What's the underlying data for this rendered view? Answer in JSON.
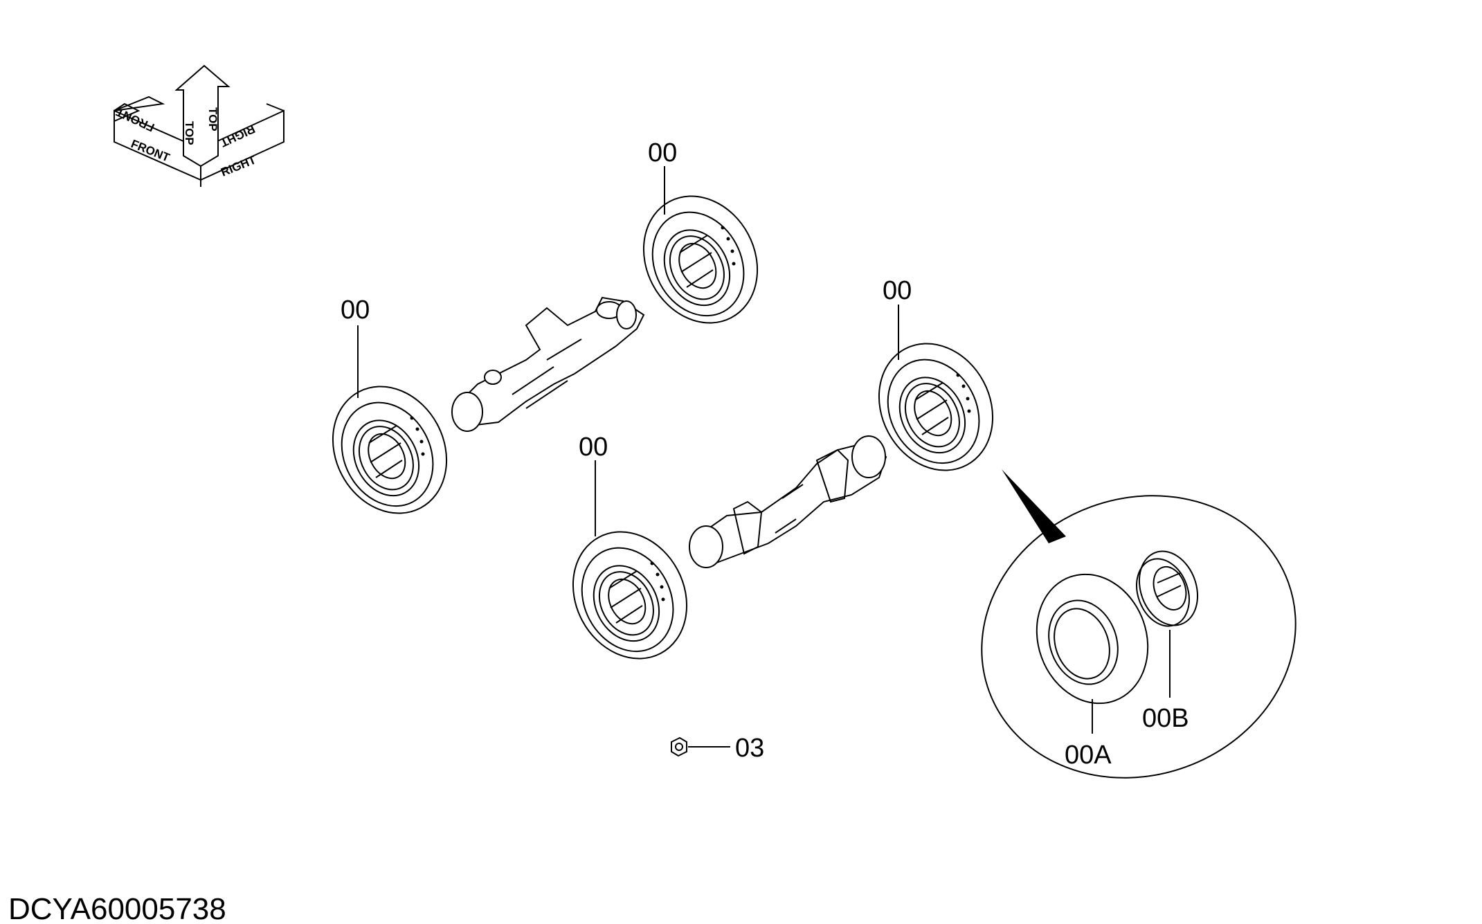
{
  "orientation": {
    "front": "FRONT",
    "top": "TOP",
    "right": "RIGHT"
  },
  "callouts": {
    "wheel_rear_outer": "00",
    "wheel_rear_left": "00",
    "wheel_front_right": "00",
    "wheel_front_left": "00",
    "tire": "00A",
    "rim": "00B",
    "nut": "03"
  },
  "drawing_code": "DCYA60005738",
  "colors": {
    "line": "#000000",
    "background": "#ffffff"
  }
}
